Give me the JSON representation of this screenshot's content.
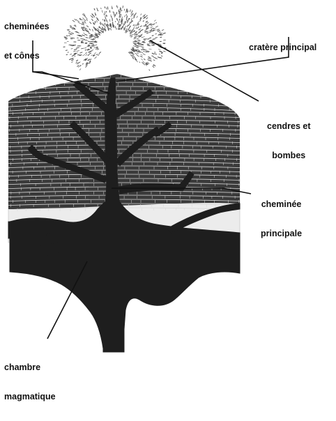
{
  "labels": {
    "cheminees_cones": {
      "line1": "cheminées",
      "line2": "et cônes"
    },
    "cratere_principal": {
      "text": "cratère principal"
    },
    "cendres_bombes": {
      "line1": "cendres et",
      "line2": "bombes"
    },
    "cheminee_principale": {
      "line1": "cheminée",
      "line2": "principale"
    },
    "chambre_magmatique": {
      "line1": "chambre",
      "line2": "magmatique"
    }
  },
  "colors": {
    "magma": "#1e1e1e",
    "strata_dark": "#3a3a3a",
    "strata_line": "#d8d8d8",
    "pale_layer": "#ececec",
    "ash": "#5a5a5a",
    "ink": "#111111"
  }
}
